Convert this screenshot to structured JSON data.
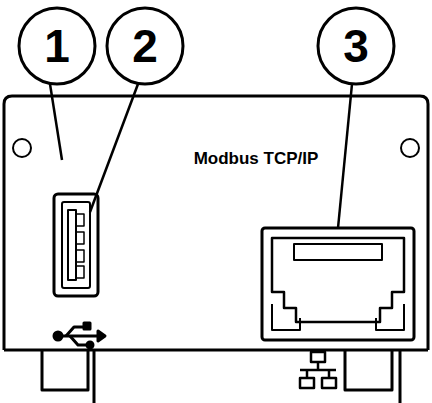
{
  "diagram": {
    "labels": [
      "1",
      "2",
      "3",
      "Modbus TCP/IP"
    ]
  }
}
